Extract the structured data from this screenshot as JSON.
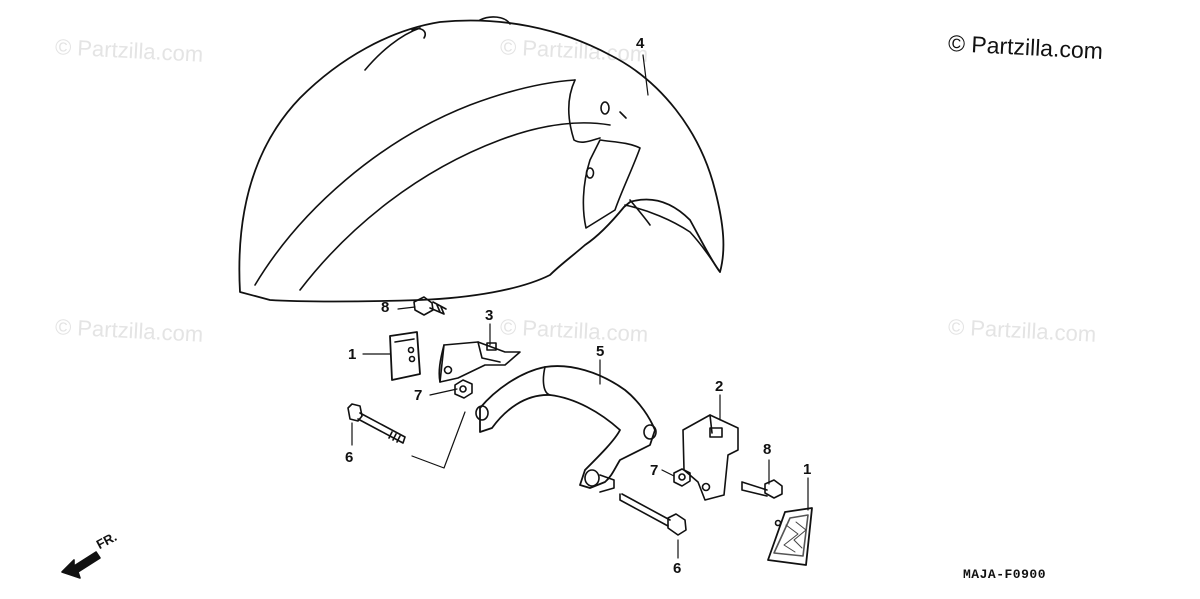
{
  "watermarks": [
    {
      "text": "© Partzilla.com"
    },
    {
      "text": "© Partzilla.com"
    },
    {
      "text": "© Partzilla.com"
    },
    {
      "text": "© Partzilla.com"
    },
    {
      "text": "© Partzilla.com"
    }
  ],
  "brand": "© Partzilla.com",
  "diagram_code": "MAJA-F0900",
  "direction_label": "FR.",
  "callouts": [
    {
      "number": "4"
    },
    {
      "number": "8"
    },
    {
      "number": "3"
    },
    {
      "number": "1"
    },
    {
      "number": "5"
    },
    {
      "number": "7"
    },
    {
      "number": "6"
    },
    {
      "number": "2"
    },
    {
      "number": "7"
    },
    {
      "number": "8"
    },
    {
      "number": "1"
    },
    {
      "number": "6"
    }
  ]
}
